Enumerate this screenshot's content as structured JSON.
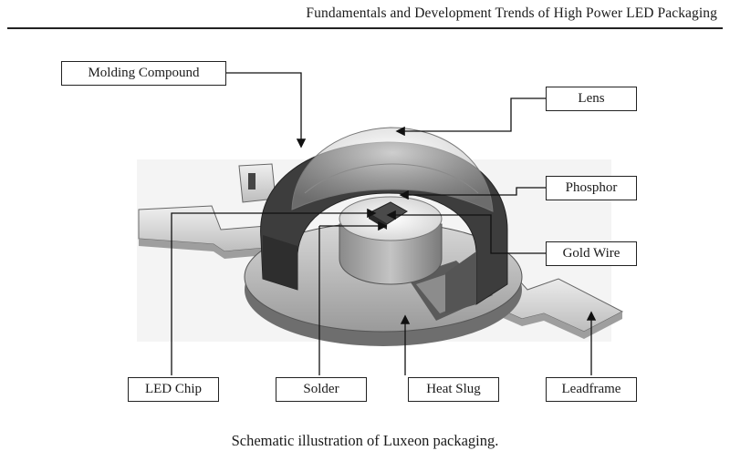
{
  "header": {
    "title": "Fundamentals and Development Trends of High Power LED Packaging"
  },
  "labels": {
    "molding_compound": "Molding Compound",
    "lens": "Lens",
    "phosphor": "Phosphor",
    "gold_wire": "Gold Wire",
    "led_chip": "LED Chip",
    "solder": "Solder",
    "heat_slug": "Heat Slug",
    "leadframe": "Leadframe"
  },
  "caption": "Schematic illustration of Luxeon packaging."
}
